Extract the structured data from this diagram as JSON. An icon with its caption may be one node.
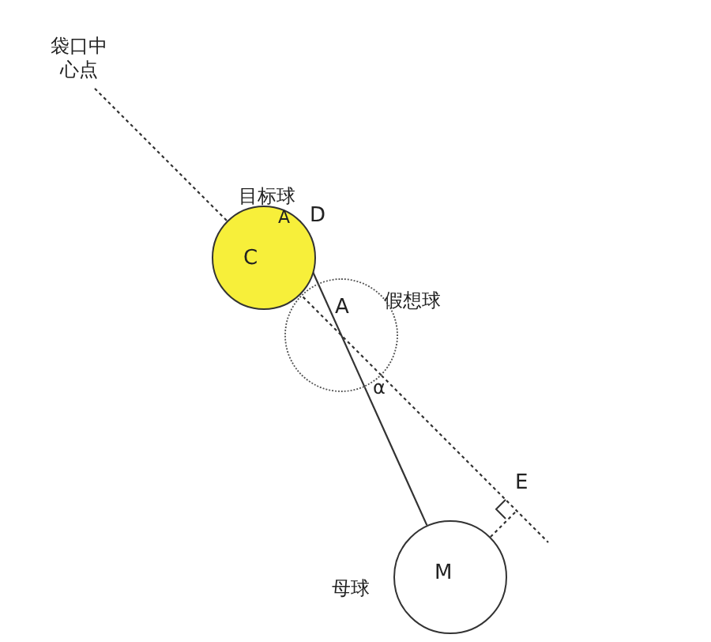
{
  "diagram": {
    "nodes": [
      {
        "text": [
          "袋口中心点"
        ]
      },
      {
        "text": [
          "C"
        ],
        "beside": [
          "目标球"
        ]
      },
      {
        "text": [
          "A"
        ],
        "beside": [
          "假想球"
        ]
      },
      {
        "text": [
          "M"
        ],
        "beside": [
          "母球"
        ]
      }
    ],
    "edges": [
      {
        "from": 0,
        "to": 1,
        "arrow": "none",
        "style": "dashed"
      },
      {
        "from": 2,
        "to": null,
        "arrow": "none",
        "style": "dashed"
      },
      {
        "from": 3,
        "to": 2,
        "arrow": "none"
      },
      {
        "from": 3,
        "to": null,
        "arrow": "none",
        "style": "dashed"
      },
      {
        "from": 1,
        "to": 2,
        "arrow": "none",
        "style": "dashed"
      },
      {
        "from": 2,
        "to": 1,
        "arrow": "none"
      }
    ],
    "labels": [
      "A",
      "D",
      "α",
      "E"
    ]
  }
}
